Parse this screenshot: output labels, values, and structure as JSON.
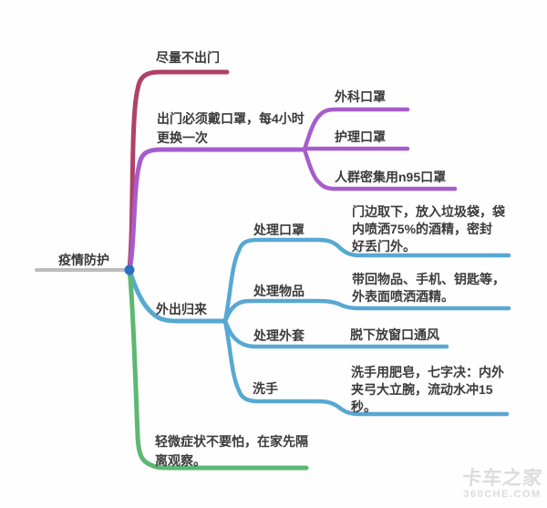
{
  "mindmap": {
    "root_label": "疫情防护",
    "branches": [
      {
        "id": "stay-home",
        "label": "尽量不出门",
        "color": "#b04168"
      },
      {
        "id": "wear-mask",
        "lines": [
          "出门必须戴口罩，每4小时",
          "更换一次"
        ],
        "color": "#a75ccb",
        "children": [
          {
            "label": "外科口罩"
          },
          {
            "label": "护理口罩"
          },
          {
            "label": "人群密集用n95口罩"
          }
        ]
      },
      {
        "id": "return-home",
        "label": "外出归来",
        "color": "#57a8d2",
        "children": [
          {
            "label": "处理口罩",
            "note_lines": [
              "门边取下，放入垃圾袋，袋",
              "内喷洒75%的酒精，密封",
              "好丢门外。"
            ]
          },
          {
            "label": "处理物品",
            "note_lines": [
              "带回物品、手机、钥匙等，",
              "外表面喷洒酒精。"
            ]
          },
          {
            "label": "处理外套",
            "note_lines": [
              "脱下放窗口通风"
            ]
          },
          {
            "label": "洗手",
            "note_lines": [
              "洗手用肥皂，七字决：内外",
              "夹弓大立腕，流动水冲15",
              "秒。"
            ]
          }
        ]
      },
      {
        "id": "mild-symptoms",
        "lines": [
          "轻微症状不要怕，在家先隔",
          "离观察。"
        ],
        "color": "#5cb873"
      }
    ]
  },
  "watermark": {
    "title": "卡车之家",
    "domain": "360CHE.COM"
  },
  "colors": {
    "crimson": "#b04168",
    "purple": "#a75ccb",
    "blue": "#57a8d2",
    "green": "#5cb873",
    "gray": "#bcbcbc",
    "dot": "#2b70c6"
  }
}
